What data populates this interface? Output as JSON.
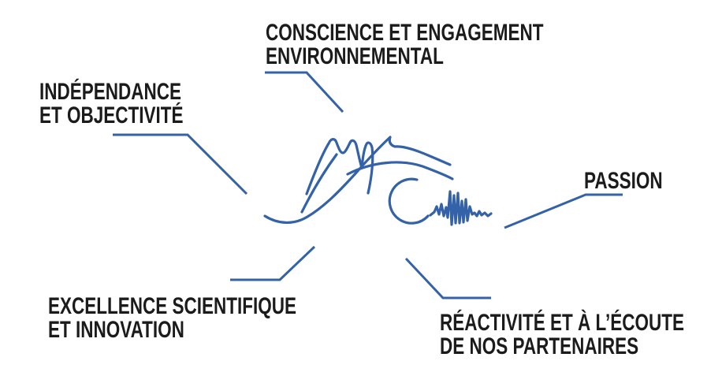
{
  "colors": {
    "line_blue": "#3462a8",
    "text_dark": "#1b1b1b",
    "background": "#ffffff"
  },
  "diagram": {
    "illustration": "hand-drawn-wave-sketch",
    "labels": {
      "environment": {
        "line1": "CONSCIENCE ET ENGAGEMENT",
        "line2": "ENVIRONNEMENTAL"
      },
      "independence": {
        "line1": "INDÉPENDANCE",
        "line2": "ET OBJECTIVITÉ"
      },
      "passion": {
        "line1": "PASSION"
      },
      "excellence": {
        "line1": "EXCELLENCE SCIENTIFIQUE",
        "line2": "ET INNOVATION"
      },
      "partners": {
        "line1": "RÉACTIVITÉ ET À L’ÉCOUTE",
        "line2": "DE NOS PARTENAIRES"
      }
    }
  }
}
